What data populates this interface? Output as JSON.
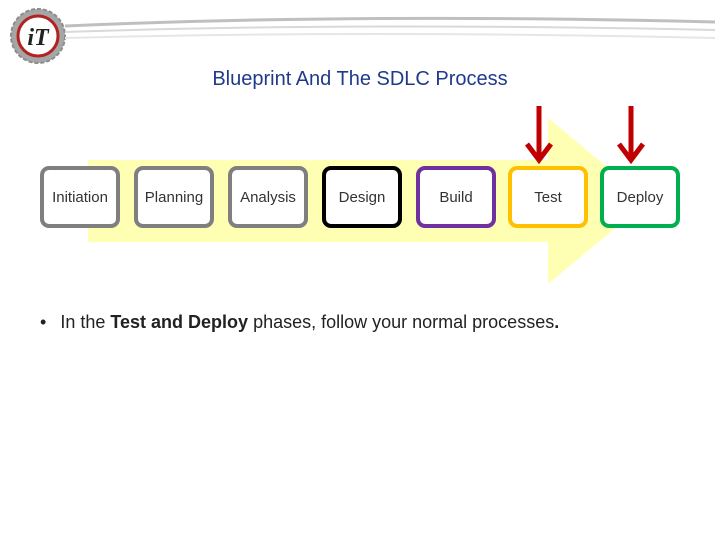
{
  "title": "Blueprint And The SDLC Process",
  "logo": {
    "text": "iT"
  },
  "phases": [
    {
      "label": "Initiation",
      "border": "#7f7f7f"
    },
    {
      "label": "Planning",
      "border": "#7f7f7f"
    },
    {
      "label": "Analysis",
      "border": "#7f7f7f"
    },
    {
      "label": "Design",
      "border": "#000000"
    },
    {
      "label": "Build",
      "border": "#7030a0"
    },
    {
      "label": "Test",
      "border": "#ffc000"
    },
    {
      "label": "Deploy",
      "border": "#00b050"
    }
  ],
  "colors": {
    "title": "#1f3a8a",
    "arrow_fill": "#ffff99",
    "marker_arrow": "#c00000",
    "logo_red": "#b22222",
    "logo_ring": "#a6a6a6"
  },
  "bullet": {
    "bullet_char": "•",
    "part1": "In the ",
    "bold": "Test and Deploy",
    "part2": " phases, follow your normal processes",
    "end": "."
  }
}
